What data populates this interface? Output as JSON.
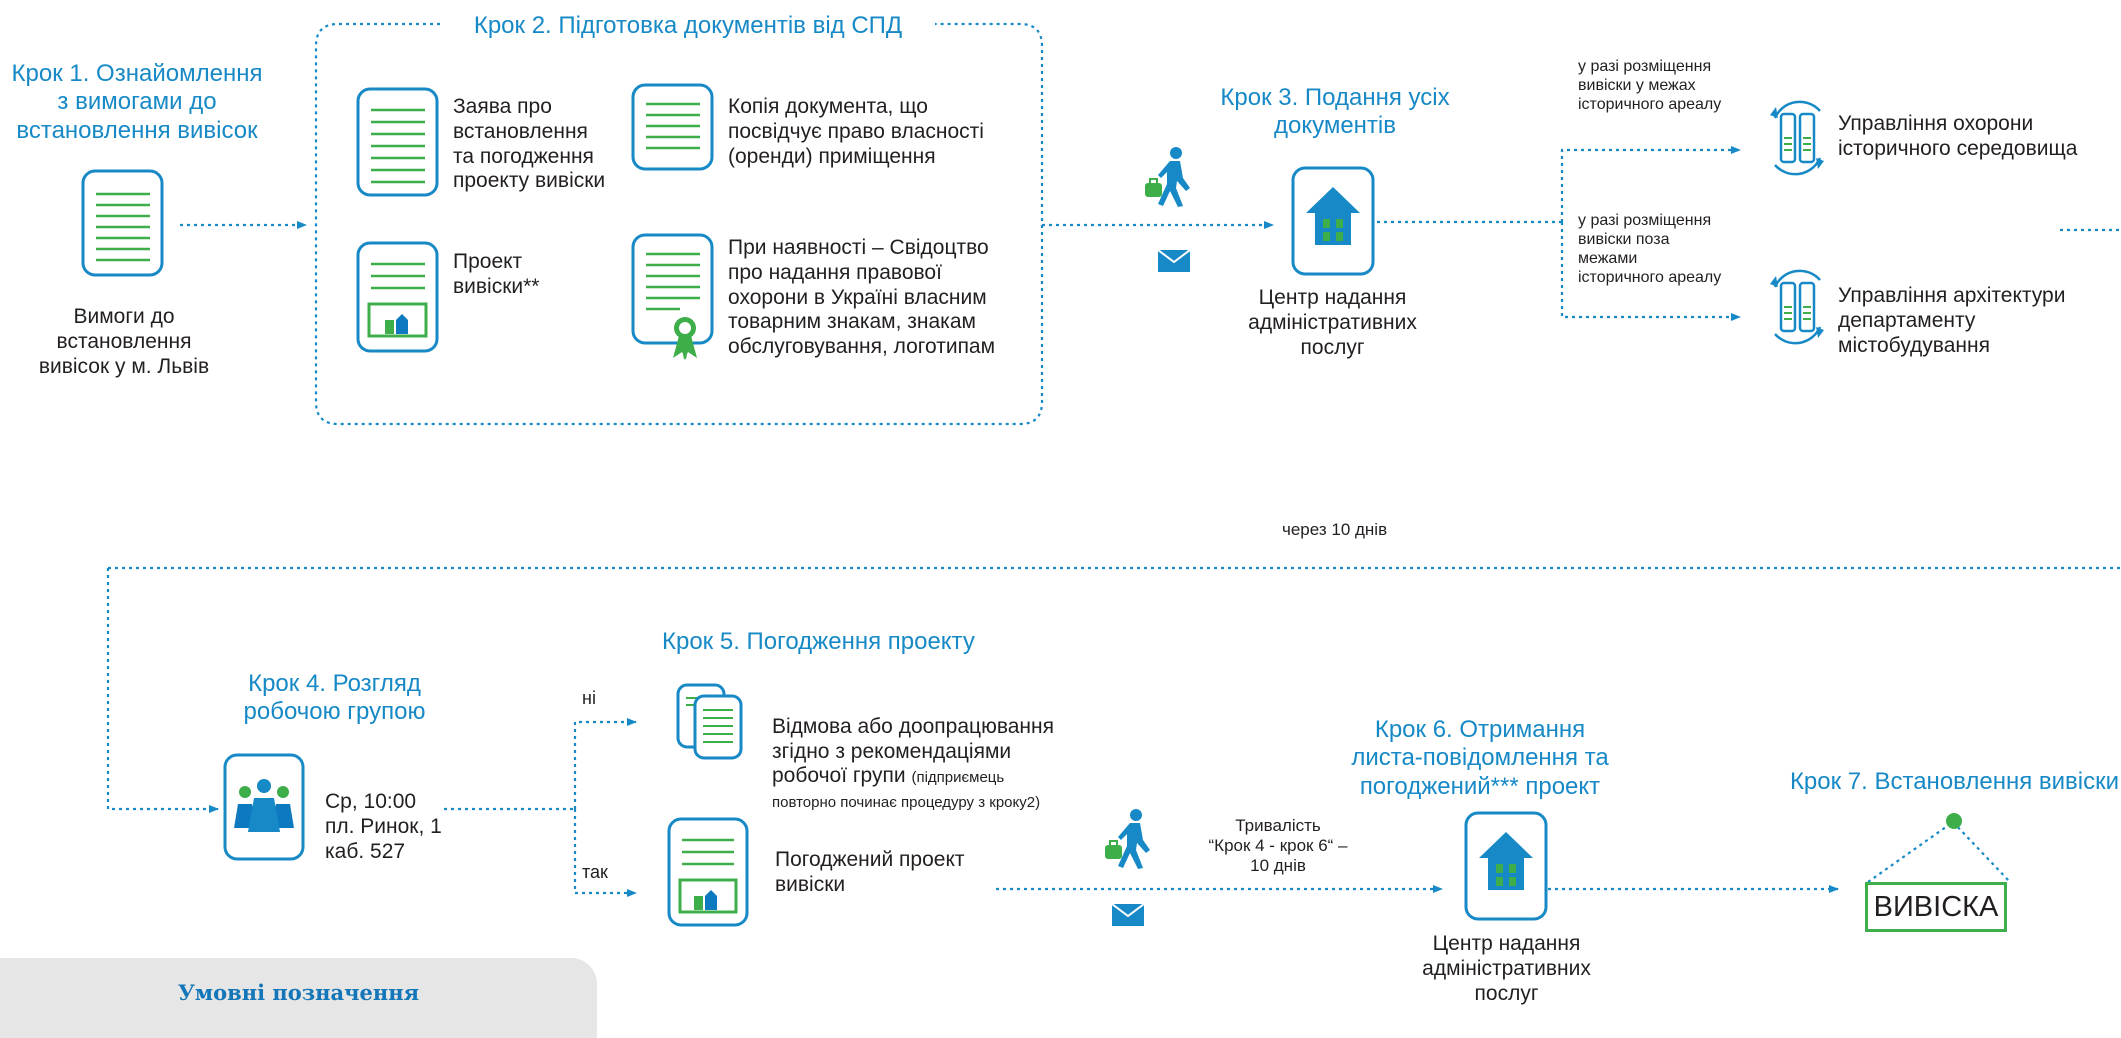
{
  "colors": {
    "accent_blue": "#1689c6",
    "doc_green": "#3dae49",
    "icon_blue": "#0d79c0",
    "text": "#231f20",
    "legend_bg": "#e6e6e6"
  },
  "steps": {
    "s1": {
      "heading": "Крок 1.  Ознайомлення\nз вимогами до\nвстановлення вивісок",
      "doc_label": "Вимоги до\nвстановлення\nвивісок у м. Львів"
    },
    "s2": {
      "heading": "Крок 2.  Підготовка документів від СПД",
      "doc1": "Заява про\nвстановлення\nта погодження\nпроекту вивіски",
      "doc2": "Копія документа, що\nпосвідчує право власності\n(оренди) приміщення",
      "doc3": "Проект\nвивіски**",
      "doc4": "При наявності – Свідоцтво\nпро надання правової\nохорони в Україні власним\nтоварним знакам, знакам\nобслуговування, логотипам"
    },
    "s3": {
      "heading": "Крок 3. Подання усіх\nдокументів",
      "center": "Центр надання\nадміністративних\nпослуг"
    },
    "routing": {
      "cond1": "у разі розміщення\nвивіски у межах\nісторичного ареалу",
      "dept1": "Управління охорони\nісторичного середовища",
      "cond2": "у разі розміщення\nвивіски поза\nмежами\nісторичного ареалу",
      "dept2": "Управління архітектури\nдепартаменту\nмістобудування"
    },
    "after": "через 10 днів",
    "s4": {
      "heading": "Крок 4. Розгляд\nробочою групою",
      "meeting": "Ср, 10:00\nпл. Ринок, 1\nкаб. 527"
    },
    "s5": {
      "heading": "Крок 5. Погодження проекту",
      "no": "ні",
      "yes": "так",
      "rejection": "Відмова або доопрацювання\nзгідно з рекомендаціями\nробочої групи",
      "rejection_note": "(підприємець\nповторно починає процедуру з кроку2)",
      "approved": "Погоджений проект\nвивіски"
    },
    "duration": "Тривалість\n“Крок 4 - крок 6“ –\n10 днів",
    "s6": {
      "heading": "Крок 6. Отримання\nлиста-повідомлення та\nпогоджений*** проект",
      "center": "Центр надання\nадміністративних\nпослуг"
    },
    "s7": {
      "heading": "Крок 7. Встановлення вивіски",
      "sign": "ВИВІСКА"
    }
  },
  "legend": {
    "title": "Умовні позначення"
  }
}
